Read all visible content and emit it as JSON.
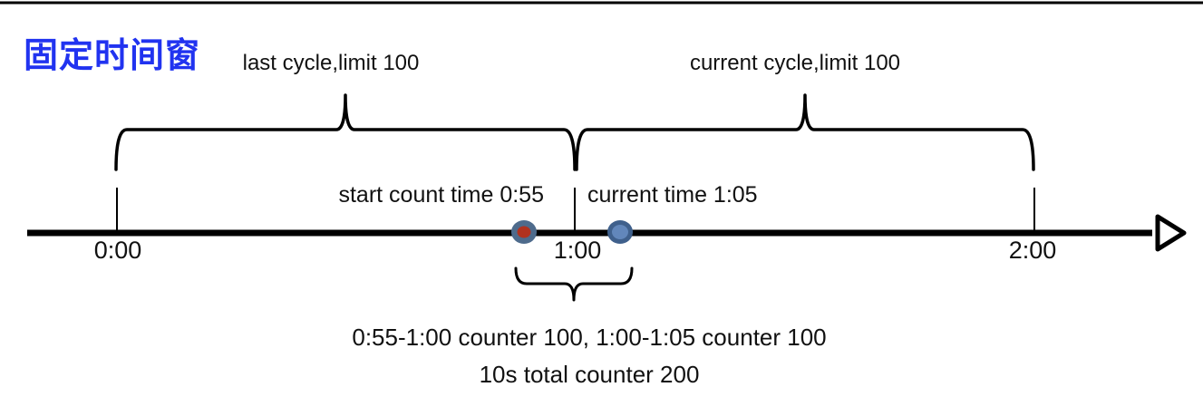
{
  "title": {
    "text": "固定时间窗",
    "color": "#2133f0"
  },
  "cycles": {
    "last_label": "last cycle,limit 100",
    "current_label": "current cycle,limit 100"
  },
  "timeline": {
    "axis_color": "#000000",
    "ticks": [
      {
        "label": "0:00"
      },
      {
        "label": "1:00"
      },
      {
        "label": "2:00"
      }
    ]
  },
  "markers": {
    "start_count": {
      "label": "start count time 0:55",
      "time": "0:55",
      "fill_color": "#b1321f",
      "ring_color": "#4e6b8c"
    },
    "current_time": {
      "label": "current time 1:05",
      "time": "1:05",
      "fill_color": "#6287bb",
      "ring_color": "#3f608c"
    }
  },
  "caption": {
    "line1": "0:55-1:00 counter 100, 1:00-1:05 counter 100",
    "line2": "10s total counter 200"
  }
}
